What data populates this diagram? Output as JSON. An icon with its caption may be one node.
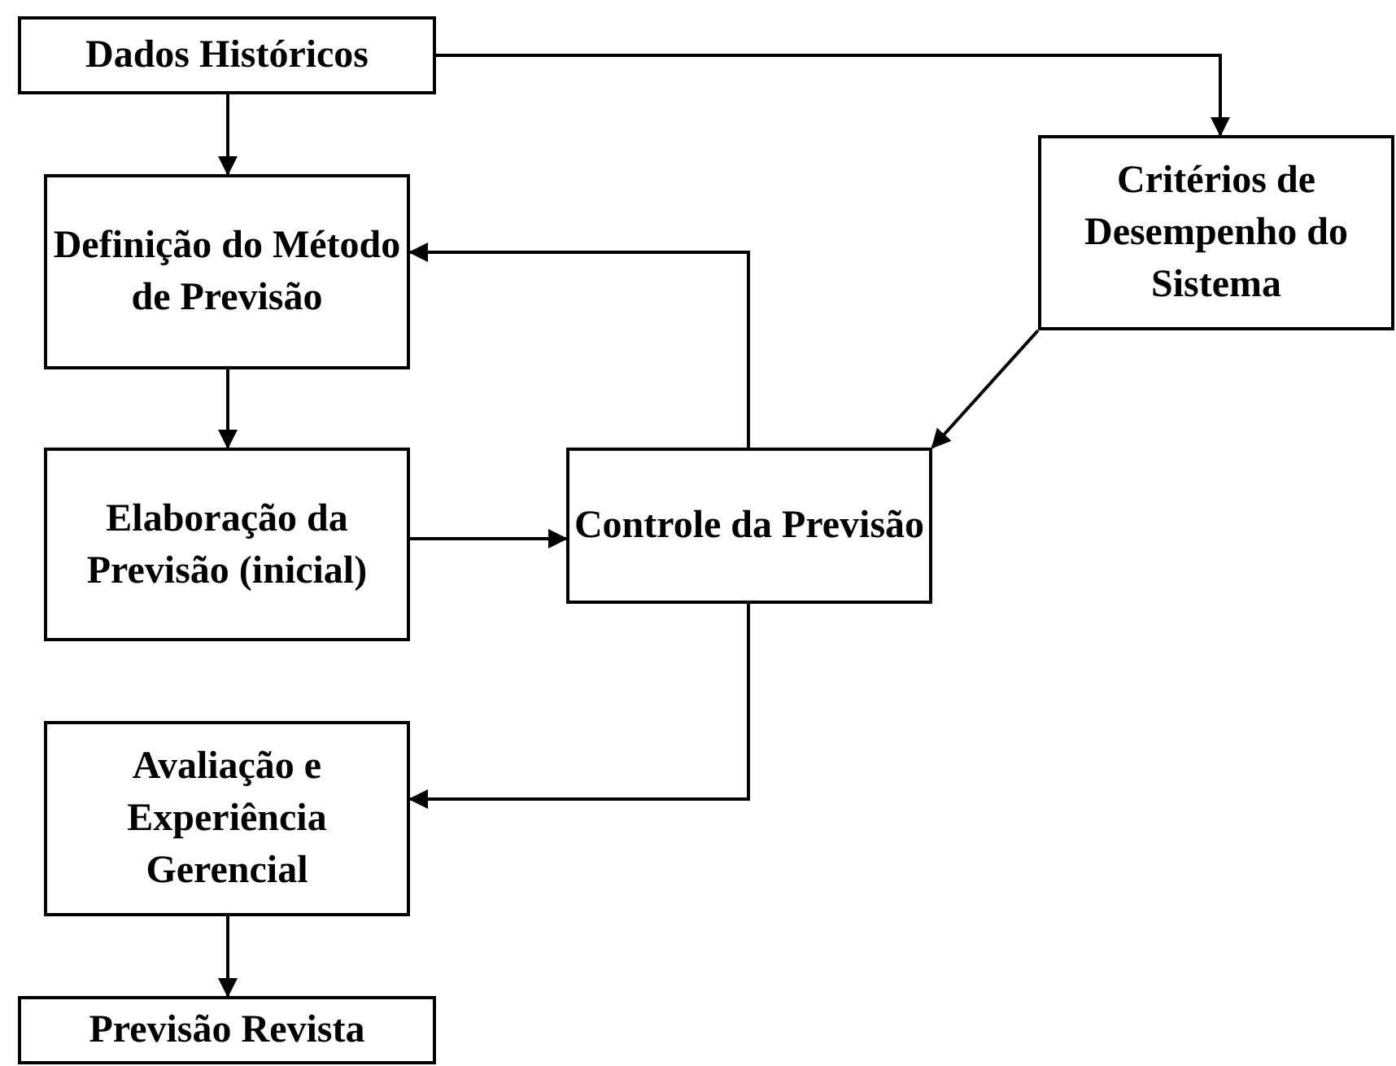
{
  "diagram": {
    "nodes": [
      {
        "text": [
          "Dados Históricos"
        ]
      },
      {
        "text": [
          "Definição do Método de Previsão"
        ]
      },
      {
        "text": [
          "Critérios de Desempenho do Sistema"
        ]
      },
      {
        "text": [
          "Elaboração da Previsão (inicial)"
        ]
      },
      {
        "text": [
          "Controle da Previsão"
        ]
      },
      {
        "text": [
          "Avaliação e Experiência Gerencial"
        ]
      },
      {
        "text": [
          "Previsão Revista"
        ]
      }
    ],
    "edges": [
      {
        "from": 0,
        "to": 1,
        "arrow": "to"
      },
      {
        "from": 0,
        "to": 2,
        "arrow": "to"
      },
      {
        "from": 2,
        "to": 4,
        "arrow": "to"
      },
      {
        "from": 1,
        "to": 3,
        "arrow": "to"
      },
      {
        "from": 3,
        "to": 4,
        "arrow": "to"
      },
      {
        "from": 4,
        "to": 1,
        "arrow": "to"
      },
      {
        "from": 4,
        "to": 5,
        "arrow": "to"
      },
      {
        "from": 5,
        "to": 6,
        "arrow": "to"
      }
    ]
  }
}
